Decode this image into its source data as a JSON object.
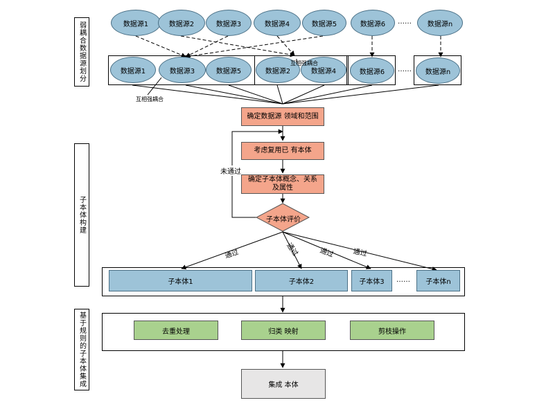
{
  "labels": {
    "weak_partition": "弱耦合数据源划分",
    "sub_ontology_build": "子本体构建",
    "rule_integration": "基于规则的子本体集成"
  },
  "top_sources": [
    "数据源1",
    "数据源2",
    "数据源3",
    "数据源4",
    "数据源5",
    "数据源6",
    "数据源n"
  ],
  "grouped_sources": {
    "group1": [
      "数据源1",
      "数据源3",
      "数据源5"
    ],
    "group2": [
      "数据源2",
      "数据源4"
    ],
    "group3": [
      "数据源6"
    ],
    "group4": [
      "数据源n"
    ]
  },
  "ellipsis": "……",
  "strong_coupling_1": "互相强耦合",
  "strong_coupling_2": "互相强耦合",
  "steps": {
    "determine_domain": "确定数据源 领域和范围",
    "reuse": "考虑复用已 有本体",
    "concepts": "确定子本体概念、关系及属性",
    "evaluate": "子本体评价",
    "fail": "未通过",
    "pass": "通过"
  },
  "sub_ontologies": [
    "子本体1",
    "子本体2",
    "子本体3",
    "子本体n"
  ],
  "operations": [
    "去重处理",
    "归类 映射",
    "剪枝操作"
  ],
  "final": "集成 本体"
}
